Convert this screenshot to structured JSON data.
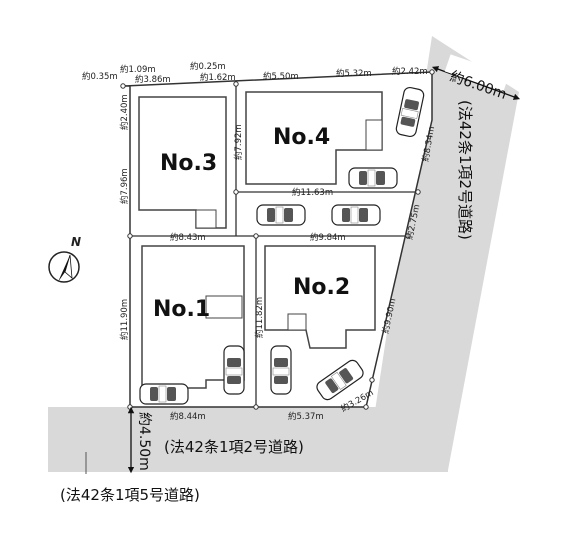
{
  "lots": [
    {
      "label": "No.1"
    },
    {
      "label": "No.2"
    },
    {
      "label": "No.3"
    },
    {
      "label": "No.4"
    }
  ],
  "north": {
    "label": "N"
  },
  "roads": {
    "east_label": "(法42条1項2号道路)",
    "east_width": "約6.00m",
    "south_label": "(法42条1項2号道路)",
    "south_width": "約4.50m",
    "southwest_label": "(法42条1項5号道路)"
  },
  "dimensions": {
    "top_0_35": "約0.35m",
    "top_1_09": "約1.09m",
    "top_3_86": "約3.86m",
    "top_0_25": "約0.25m",
    "top_1_62": "約1.62m",
    "top_5_50": "約5.50m",
    "top_5_32": "約5.32m",
    "top_2_42": "約2.42m",
    "left_2_40": "約2.40m",
    "left_7_96": "約7.96m",
    "no4_7_92": "約7.92m",
    "right_8_34": "約8.34m",
    "mid_11_63": "約11.63m",
    "mid_8_43": "約8.43m",
    "mid_9_84": "約9.84m",
    "right_2_75": "約2.75m",
    "left_11_90": "約11.90m",
    "mid_11_82": "約11.82m",
    "right_9_90": "約9.90m",
    "bottom_8_44": "約8.44m",
    "bottom_5_37": "約5.37m",
    "bottom_3_26": "約3.26m"
  },
  "colors": {
    "road": "#d9d9d9",
    "lot_line": "#333333",
    "house": "#444444"
  }
}
